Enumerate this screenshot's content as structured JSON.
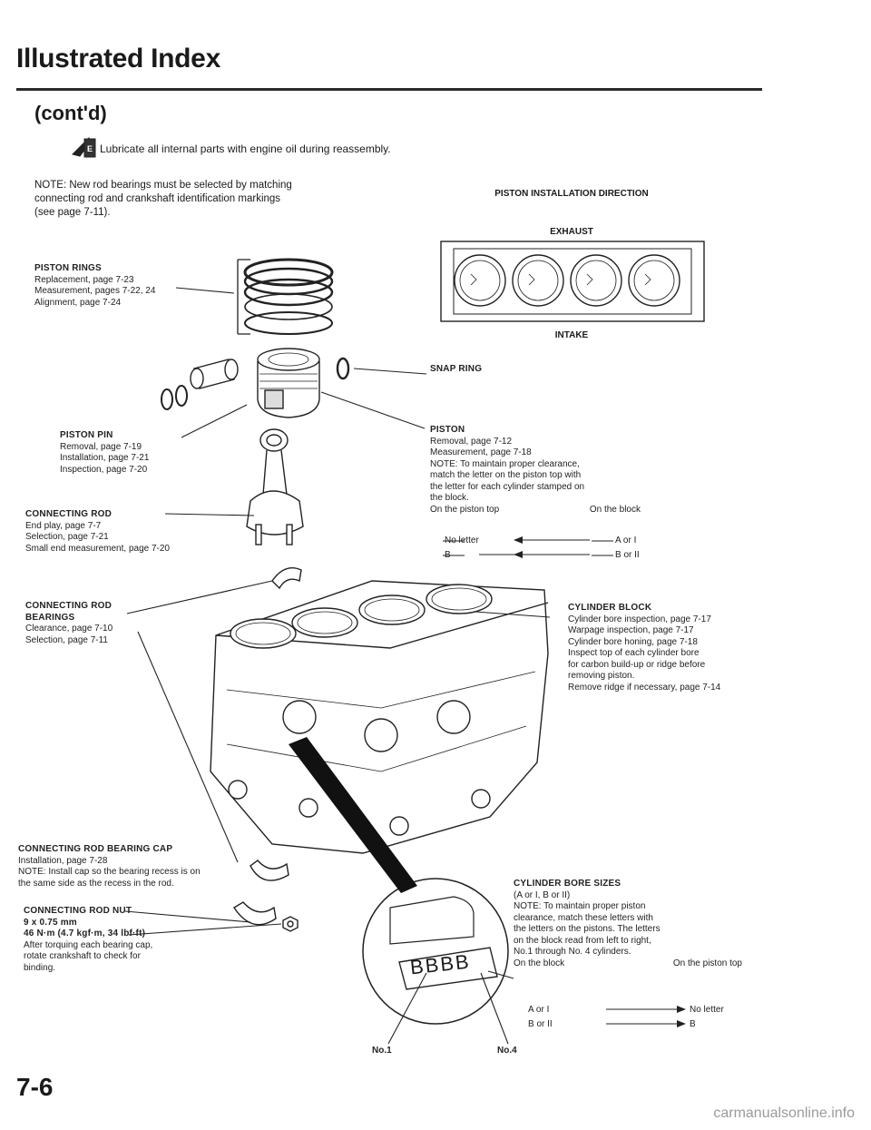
{
  "header": {
    "title": "Illustrated Index",
    "subtitle": "(cont'd)"
  },
  "lubricate_note": "Lubricate all internal parts with engine oil during reassembly.",
  "note": {
    "lines": [
      "NOTE:  New rod bearings must be selected by matching",
      "connecting rod and crankshaft identification markings",
      "(see page 7-11)."
    ]
  },
  "piston_install": {
    "heading": "PISTON INSTALLATION DIRECTION",
    "top": "EXHAUST",
    "bottom": "INTAKE"
  },
  "snap_ring": "SNAP RING",
  "piston_rings": {
    "heading": "PISTON RINGS",
    "lines": [
      "Replacement, page 7-23",
      "Measurement, pages 7-22, 24",
      "Alignment, page 7-24"
    ]
  },
  "piston_pin": {
    "heading": "PISTON PIN",
    "lines": [
      "Removal, page 7-19",
      "Installation, page 7-21",
      "Inspection, page 7-20"
    ]
  },
  "connecting_rod": {
    "heading": "CONNECTING ROD",
    "lines": [
      "End play, page 7-7",
      "Selection, page 7-21",
      "Small end measurement, page 7-20"
    ]
  },
  "piston": {
    "heading": "PISTON",
    "lines": [
      "Removal, page 7-12",
      "Measurement, page 7-18",
      "NOTE:   To maintain proper clearance,",
      "match the letter on the piston top with",
      "the letter for each cylinder stamped on",
      "the block."
    ],
    "table": {
      "col1": "On the piston top",
      "col2": "On the block",
      "r1a": "No letter",
      "r1b": "A or I",
      "r2a": "B",
      "r2b": "B or II"
    }
  },
  "rod_bearings": {
    "heading1": "CONNECTING ROD",
    "heading2": "BEARINGS",
    "lines": [
      "Clearance, page 7-10",
      "Selection, page 7-11"
    ]
  },
  "cylinder_block": {
    "heading": "CYLINDER BLOCK",
    "lines": [
      "Cylinder bore inspection, page 7-17",
      "Warpage inspection, page 7-17",
      "Cylinder bore honing, page 7-18",
      "Inspect top of each cylinder bore",
      "for carbon build-up or ridge before",
      "removing piston.",
      "Remove ridge if necessary, page 7-14"
    ]
  },
  "bearing_cap": {
    "heading": "CONNECTING ROD BEARING CAP",
    "lines": [
      "Installation, page 7-28",
      "NOTE:  Install cap so the bearing recess is on",
      "the same side as the recess in the rod."
    ]
  },
  "rod_nut": {
    "heading": "CONNECTING ROD NUT",
    "spec1": "9 x 0.75 mm",
    "spec2": "46 N·m (4.7 kgf·m, 34 lbf·ft)",
    "lines": [
      "After torquing each bearing cap,",
      "rotate crankshaft to check for",
      "binding."
    ]
  },
  "bore_sizes": {
    "heading": "CYLINDER BORE SIZES",
    "lines": [
      "(A or I, B or II)",
      "NOTE:   To maintain proper piston",
      "clearance, match these letters with",
      "the letters on the pistons. The letters",
      "on the block read from left to right,",
      "No.1 through No. 4 cylinders."
    ],
    "table": {
      "col1": "On the block",
      "col2": "On the piston top",
      "r1a": "A or I",
      "r1b": "No letter",
      "r2a": "B or II",
      "r2b": "B"
    }
  },
  "zoom_marking": "BBBB",
  "no1": "No.1",
  "no4": "No.4",
  "page_number": "7-6",
  "watermark": "carmanualsonline.info"
}
